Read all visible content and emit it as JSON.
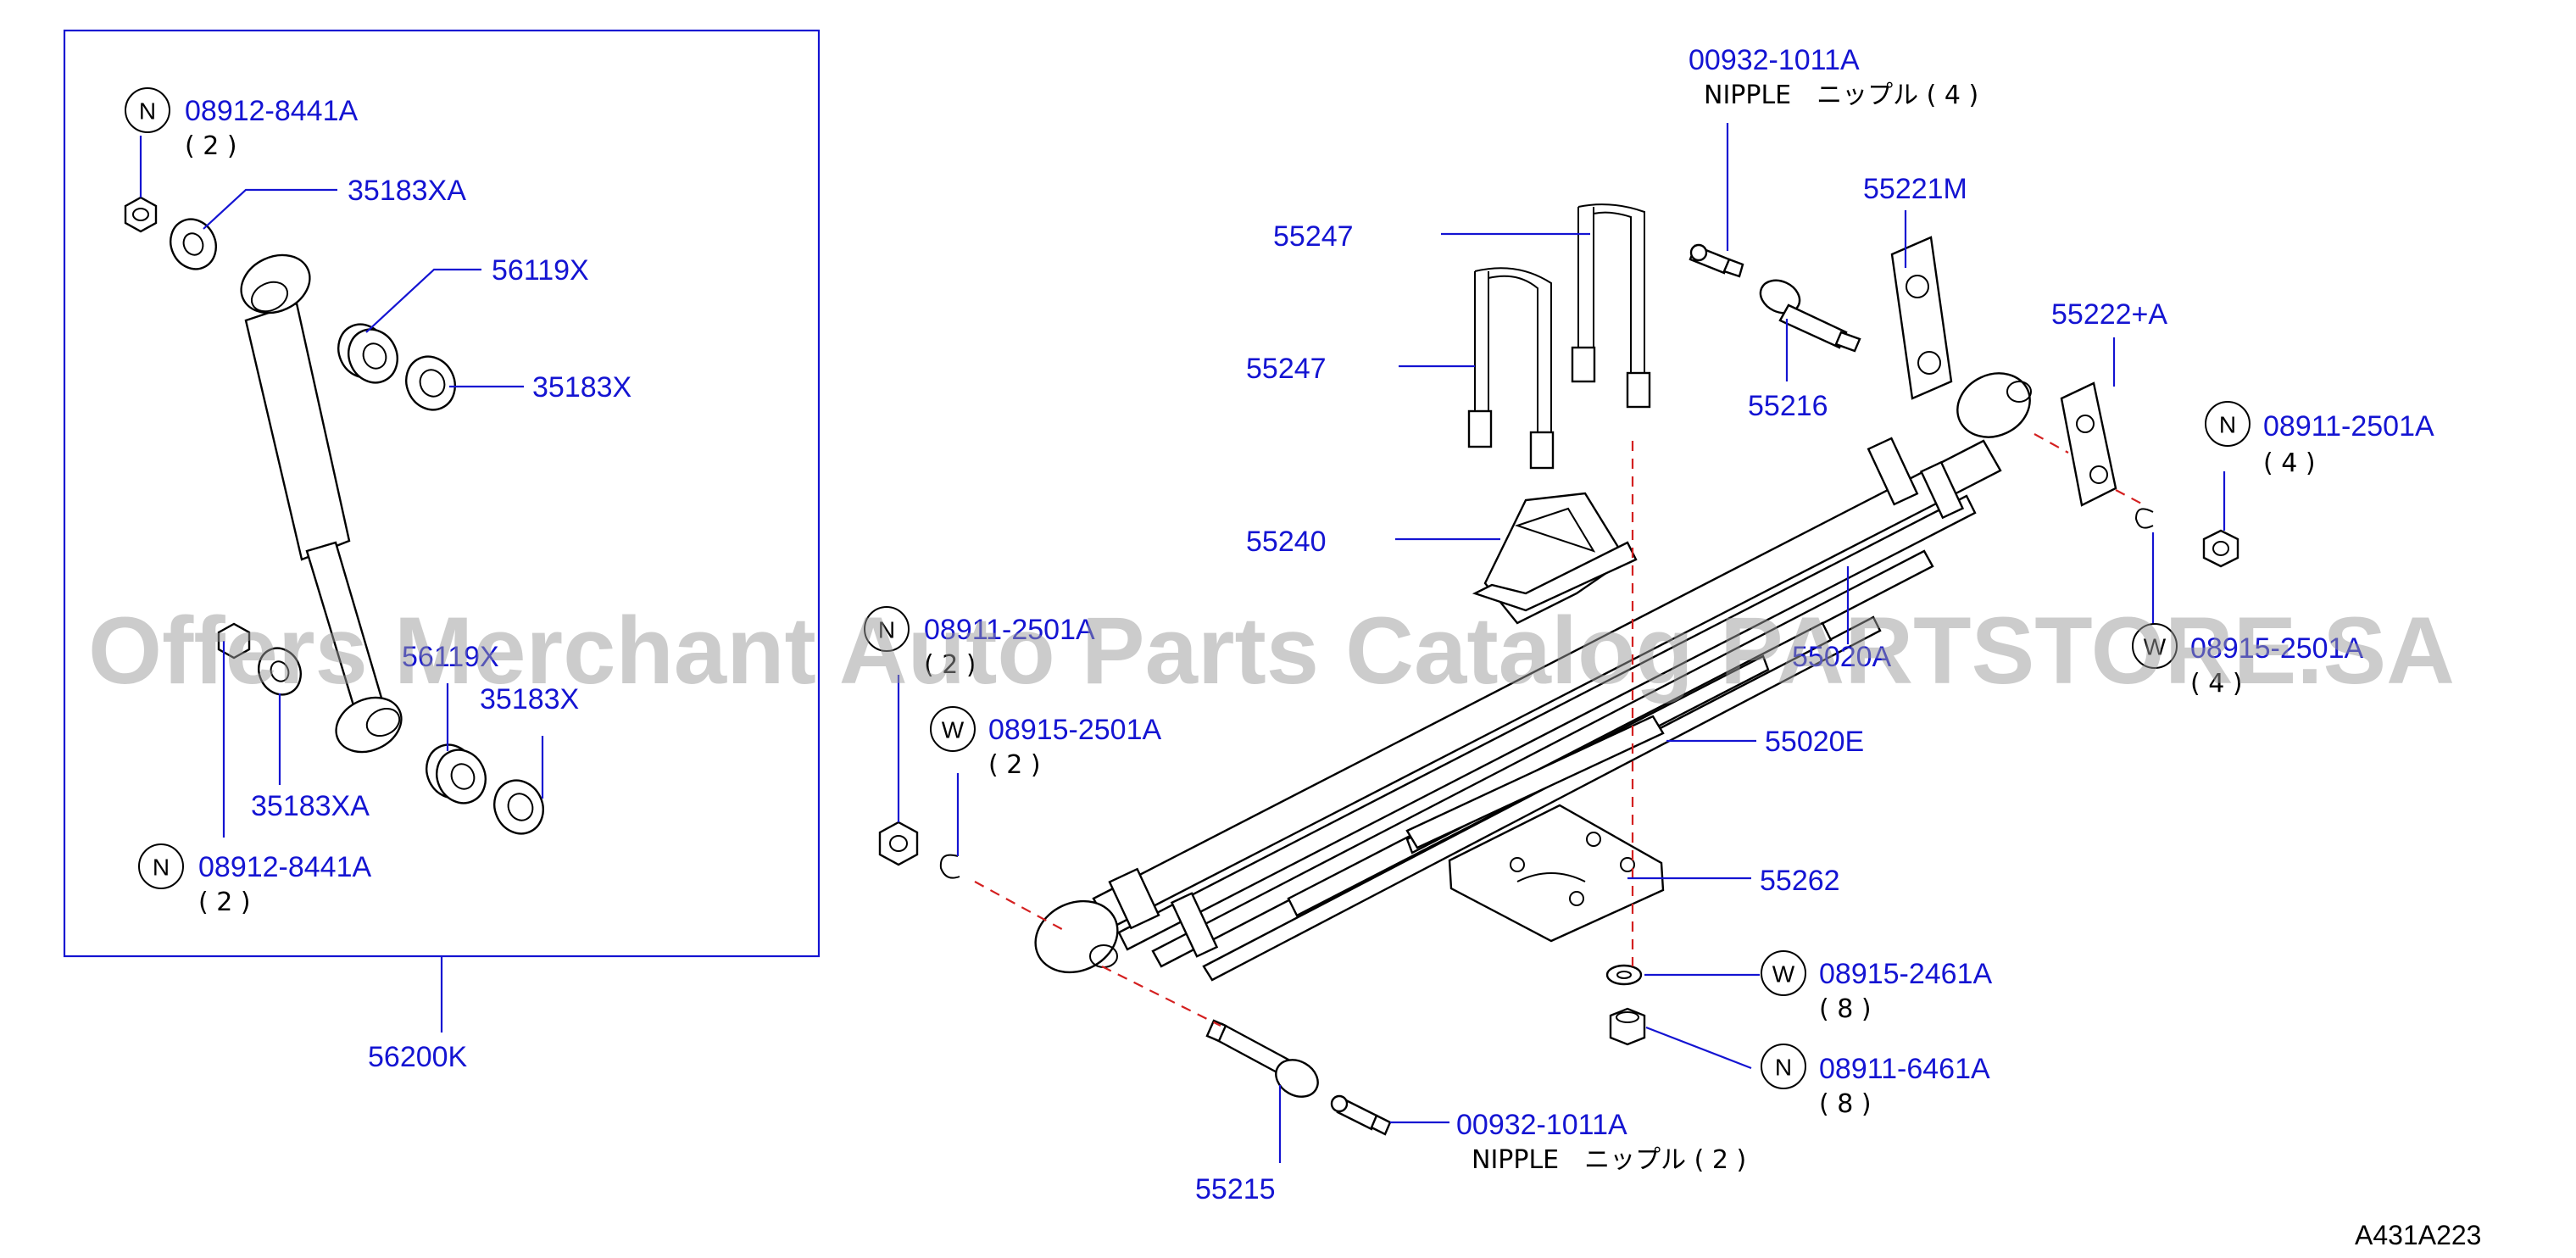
{
  "kit_labels": {
    "nut_top": "08912-8441A",
    "nut_top_qty": "( 2 )",
    "washer_top": "35183XA",
    "bush_top": "56119X",
    "washer_top2": "35183X",
    "bush_bottom": "56119X",
    "washer_bottom2": "35183X",
    "washer_bottom": "35183XA",
    "nut_bottom": "08912-8441A",
    "nut_bottom_qty": "( 2 )",
    "assembly": "56200K"
  },
  "spring_labels": {
    "nipple_top": "00932-1011A",
    "nipple_top_desc": "NIPPLE　ニップル ( 4 )",
    "ubolt_a": "55247",
    "ubolt_b": "55247",
    "shackle_link": "55221M",
    "shackle_pin": "55216",
    "shackle_plate": "55222+A",
    "nut_right": "08911-2501A",
    "nut_right_qty": "( 4 )",
    "washer_right": "08915-2501A",
    "washer_right_qty": "( 4 )",
    "bumper": "55240",
    "spring_assy": "55020A",
    "nut_left": "08911-2501A",
    "nut_left_qty": "( 2 )",
    "washer_left": "08915-2501A",
    "washer_left_qty": "( 2 )",
    "spacer": "55020E",
    "seat_plate": "55262",
    "washer_ub": "08915-2461A",
    "washer_ub_qty": "( 8 )",
    "nut_ub": "08911-6461A",
    "nut_ub_qty": "( 8 )",
    "nipple_bottom": "00932-1011A",
    "nipple_bottom_desc": "NIPPLE　ニップル ( 2 )",
    "front_pin": "55215"
  },
  "symbols": {
    "nut": "N",
    "washer": "W"
  },
  "watermark": "Offers Merchant Auto Parts Catalog PARTSTORE.SA",
  "diagram_code": "A431A223",
  "colors": {
    "label": "#1414d2",
    "centerline": "#d42020",
    "watermark": "#9a9a9a"
  }
}
